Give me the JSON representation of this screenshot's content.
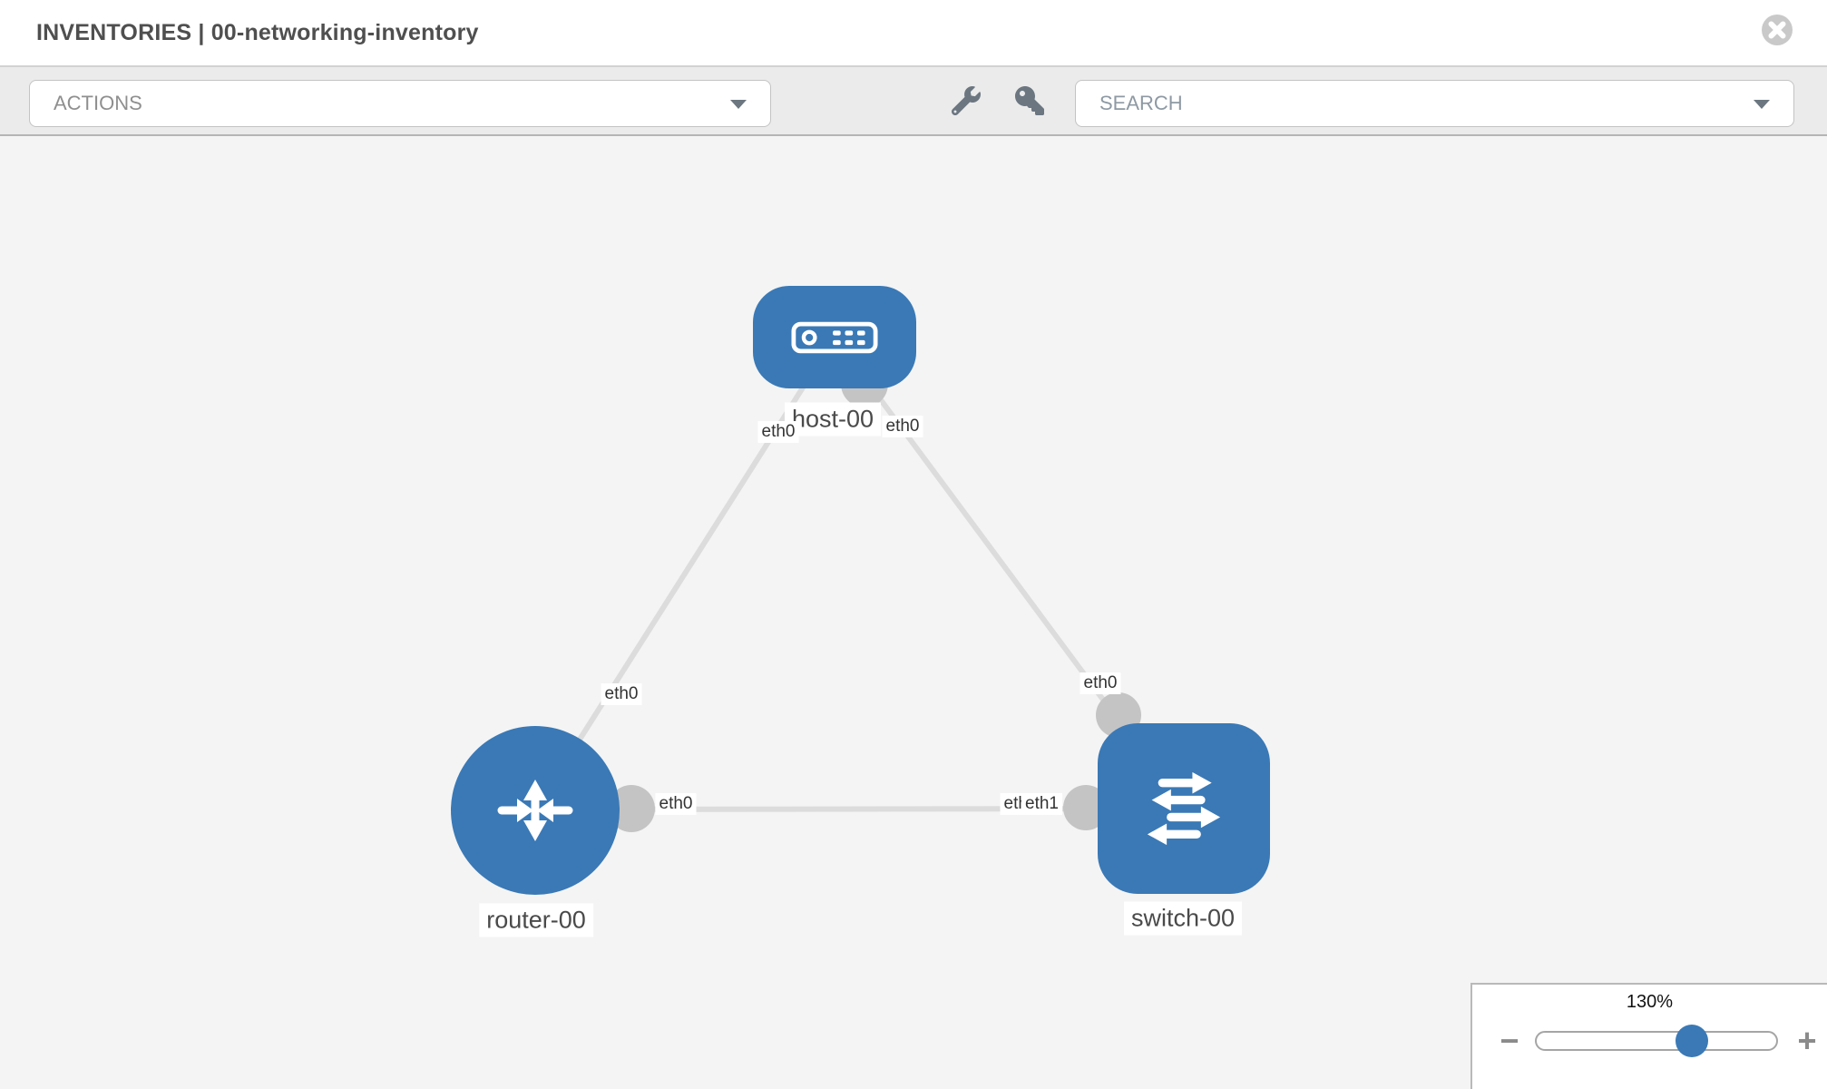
{
  "header": {
    "title": "INVENTORIES | 00-networking-inventory"
  },
  "toolbar": {
    "actions_label": "ACTIONS",
    "search_placeholder": "SEARCH",
    "tool_icons": [
      "wrench-icon",
      "key-icon"
    ]
  },
  "topology": {
    "nodes": [
      {
        "id": "host-00",
        "label": "host-00",
        "type": "host",
        "shape": "rounded-rect"
      },
      {
        "id": "router-00",
        "label": "router-00",
        "type": "router",
        "shape": "circle"
      },
      {
        "id": "switch-00",
        "label": "switch-00",
        "type": "switch",
        "shape": "rounded-square"
      }
    ],
    "links": [
      {
        "from": "host-00",
        "to": "router-00",
        "from_interface": "eth0",
        "to_interface": "eth0"
      },
      {
        "from": "host-00",
        "to": "switch-00",
        "from_interface": "eth0",
        "to_interface": "eth0"
      },
      {
        "from": "router-00",
        "to": "switch-00",
        "from_interface": "eth0",
        "to_interface": "eth1"
      }
    ],
    "interface_labels": [
      {
        "text": "eth0",
        "link": "host-00 - router-00",
        "end": "host-00"
      },
      {
        "text": "eth0",
        "link": "host-00 - router-00",
        "end": "router-00"
      },
      {
        "text": "eth0",
        "link": "host-00 - switch-00",
        "end": "host-00"
      },
      {
        "text": "eth0",
        "link": "host-00 - switch-00",
        "end": "switch-00"
      },
      {
        "text": "eth0",
        "link": "router-00 - switch-00",
        "end": "router-00"
      },
      {
        "text": "eth0",
        "link": "router-00 - switch-00",
        "end": "switch-00"
      },
      {
        "text": "eth1",
        "link": "router-00 - switch-00",
        "end": "switch-00"
      }
    ]
  },
  "zoom_control": {
    "value": "130%",
    "minus_label": "−",
    "plus_label": "+"
  },
  "colors": {
    "node_blue": "#3a79b6",
    "link_gray": "#dcdcdc",
    "interface_dot_gray": "#c4c4c4",
    "toolbar_bg": "#ebebeb",
    "canvas_bg": "#f4f4f4",
    "title_text": "#4f4f4f"
  }
}
